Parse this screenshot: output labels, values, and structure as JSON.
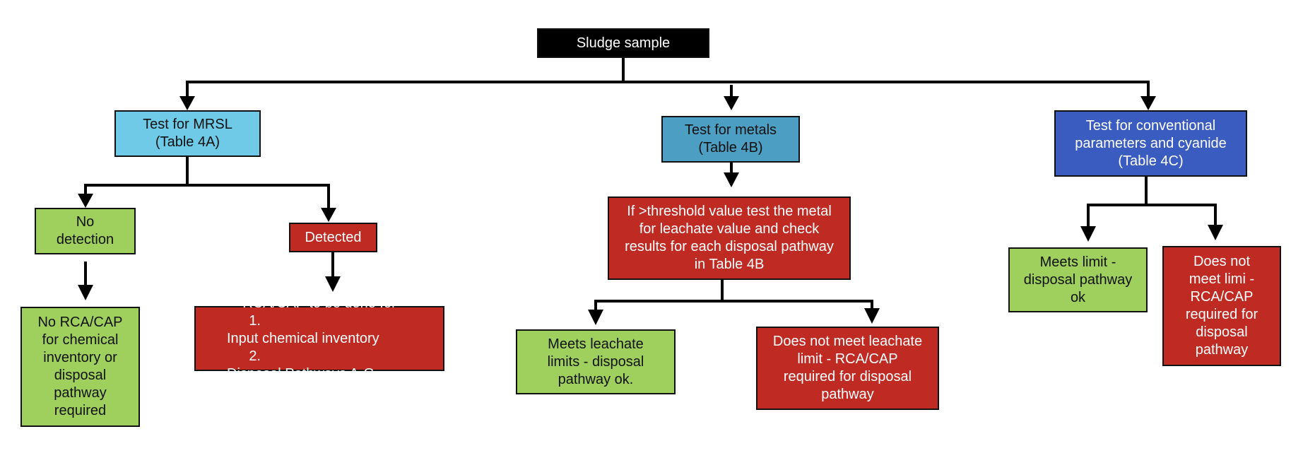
{
  "nodes": {
    "root": "Sludge sample",
    "mrsl": [
      "Test for MRSL",
      "(Table 4A)"
    ],
    "metals": [
      "Test for metals",
      "(Table 4B)"
    ],
    "conventional": [
      "Test for conventional",
      "parameters and cyanide",
      "(Table 4C)"
    ],
    "no_detection": [
      "No",
      "detection"
    ],
    "detected": "Detected",
    "no_rca": [
      "No RCA/CAP",
      "for chemical",
      "inventory or",
      "disposal",
      "pathway",
      "required"
    ],
    "rca_list": {
      "heading": "RCA/CAP to be done for",
      "items": [
        {
          "num": "1.",
          "text": "Input chemical inventory"
        },
        {
          "num": "2.",
          "text": "Disposal Pathways A-G"
        }
      ]
    },
    "threshold": [
      "If >threshold value test the metal",
      "for leachate value and check",
      "results for each disposal pathway",
      "in Table 4B"
    ],
    "meets_leachate": [
      "Meets leachate",
      "limits - disposal",
      "pathway ok."
    ],
    "not_meet_leachate": [
      "Does not meet leachate",
      "limit - RCA/CAP",
      "required for disposal",
      "pathway"
    ],
    "meets_limit": [
      "Meets limit -",
      "disposal pathway",
      "ok"
    ],
    "not_meet_limit": [
      "Does not",
      "meet limi -",
      "RCA/CAP",
      "required for",
      "disposal",
      "pathway"
    ]
  },
  "colors": {
    "black": "#000000",
    "cyan": "#6ecae6",
    "teal": "#4c9ec2",
    "blue": "#3a5bbf",
    "green": "#9fd05e",
    "red": "#bf2a22",
    "line": "#000000"
  }
}
